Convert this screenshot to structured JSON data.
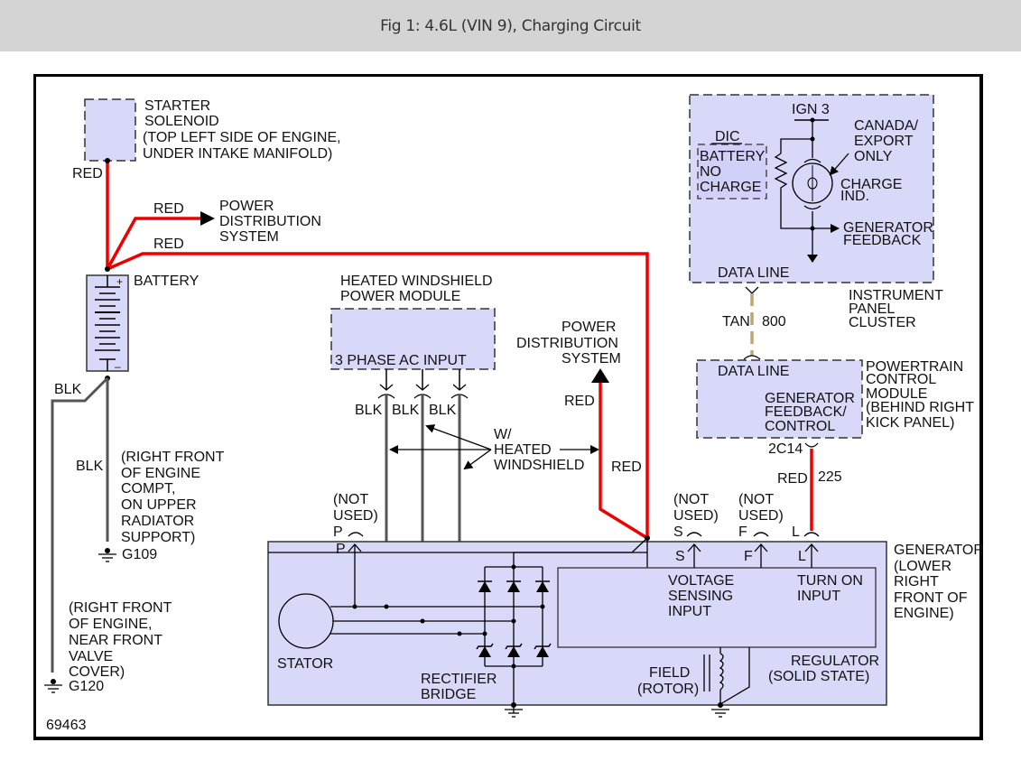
{
  "figure": {
    "title": "Fig 1: 4.6L (VIN 9), Charging Circuit",
    "figure_number": "69463"
  },
  "colors": {
    "module_fill": "#d8d8f8",
    "wire_red": "#ee0000",
    "wire_blk": "#555555",
    "wire_tan": "#b8a878",
    "title_bar": "#d4d4d4"
  },
  "starter_solenoid": {
    "lines": [
      "STARTER",
      "SOLENOID",
      "(TOP LEFT SIDE OF ENGINE,",
      "UNDER INTAKE MANIFOLD)"
    ],
    "wire_color": "RED"
  },
  "power_distribution_top": {
    "wire_color": "RED",
    "lines": [
      "POWER",
      "DISTRIBUTION",
      "SYSTEM"
    ]
  },
  "battery": {
    "label": "BATTERY",
    "feed_wire_color": "RED",
    "positive": "+",
    "negative": "–",
    "ground_wire_left": "BLK",
    "ground_wire_right": "BLK"
  },
  "ground_g109": {
    "lines": [
      "(RIGHT FRONT",
      "OF ENGINE",
      "COMPT,",
      "ON UPPER",
      "RADIATOR",
      "SUPPORT)"
    ],
    "id": "G109"
  },
  "ground_g120": {
    "lines": [
      "(RIGHT FRONT",
      "OF ENGINE,",
      "NEAR FRONT",
      "VALVE",
      "COVER)"
    ],
    "id": "G120"
  },
  "heated_windshield_module": {
    "lines": [
      "HEATED WINDSHIELD",
      "POWER MODULE"
    ],
    "input_label": "3 PHASE AC INPUT",
    "wires": [
      "BLK",
      "BLK",
      "BLK"
    ]
  },
  "w_heated_windshield": {
    "lines": [
      "W/",
      "HEATED",
      "WINDSHIELD"
    ]
  },
  "power_distribution_mid": {
    "lines": [
      "POWER",
      "DISTRIBUTION",
      "SYSTEM"
    ],
    "wire_color": "RED"
  },
  "generator_feed": {
    "wire_color": "RED"
  },
  "instrument_panel_cluster": {
    "lines": [
      "INSTRUMENT",
      "PANEL",
      "CLUSTER"
    ],
    "ign": "IGN 3",
    "dic_label": "DIC",
    "dic_lines": [
      "BATTERY",
      "NO",
      "CHARGE"
    ],
    "canada_lines": [
      "CANADA/",
      "EXPORT",
      "ONLY"
    ],
    "charge_ind_lines": [
      "CHARGE",
      "IND."
    ],
    "feedback_lines": [
      "GENERATOR",
      "FEEDBACK"
    ],
    "data_line": "DATA LINE"
  },
  "data_wire": {
    "color": "TAN",
    "circuit": "800"
  },
  "pcm": {
    "lines": [
      "POWERTRAIN",
      "CONTROL",
      "MODULE",
      "(BEHIND RIGHT",
      "KICK PANEL)"
    ],
    "data_line": "DATA LINE",
    "feedback_lines": [
      "GENERATOR",
      "FEEDBACK/",
      "CONTROL"
    ],
    "connector": "2C14"
  },
  "l_wire": {
    "color": "RED",
    "circuit": "225"
  },
  "terminals": {
    "not_used": [
      "(NOT",
      "USED)"
    ],
    "p": "P",
    "s": "S",
    "f": "F",
    "l": "L"
  },
  "generator": {
    "lines": [
      "GENERATOR",
      "(LOWER",
      "RIGHT",
      "FRONT OF",
      "ENGINE)"
    ],
    "stator": "STATOR",
    "rectifier_lines": [
      "RECTIFIER",
      "BRIDGE"
    ],
    "voltage_sensing_lines": [
      "VOLTAGE",
      "SENSING",
      "INPUT"
    ],
    "turn_on_lines": [
      "TURN ON",
      "INPUT"
    ],
    "field_lines": [
      "FIELD",
      "(ROTOR)"
    ],
    "regulator_lines": [
      "REGULATOR",
      "(SOLID STATE)"
    ]
  }
}
